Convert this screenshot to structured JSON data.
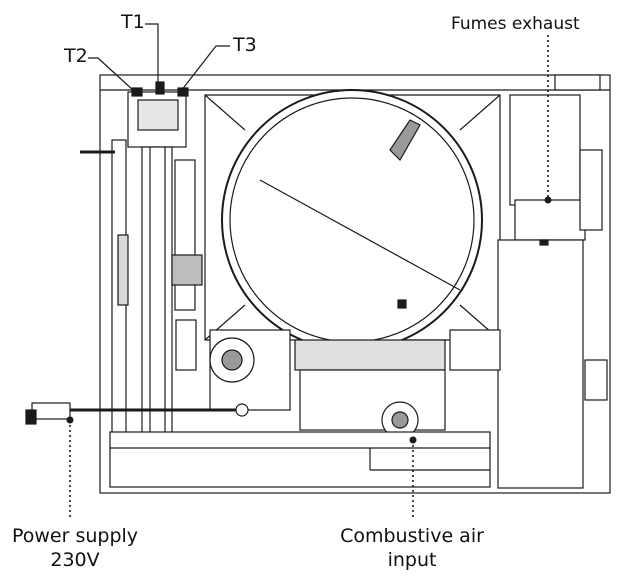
{
  "labels": {
    "t1": "T1",
    "t2": "T2",
    "t3": "T3",
    "fumes": "Fumes exhaust",
    "power_line1": "Power supply",
    "power_line2": "230V",
    "air_line1": "Combustive air",
    "air_line2": "input"
  },
  "colors": {
    "line": "#1a1a1a",
    "panel": "#ffffff",
    "shade": "#c8c8c8",
    "dark": "#5a5a5a"
  }
}
